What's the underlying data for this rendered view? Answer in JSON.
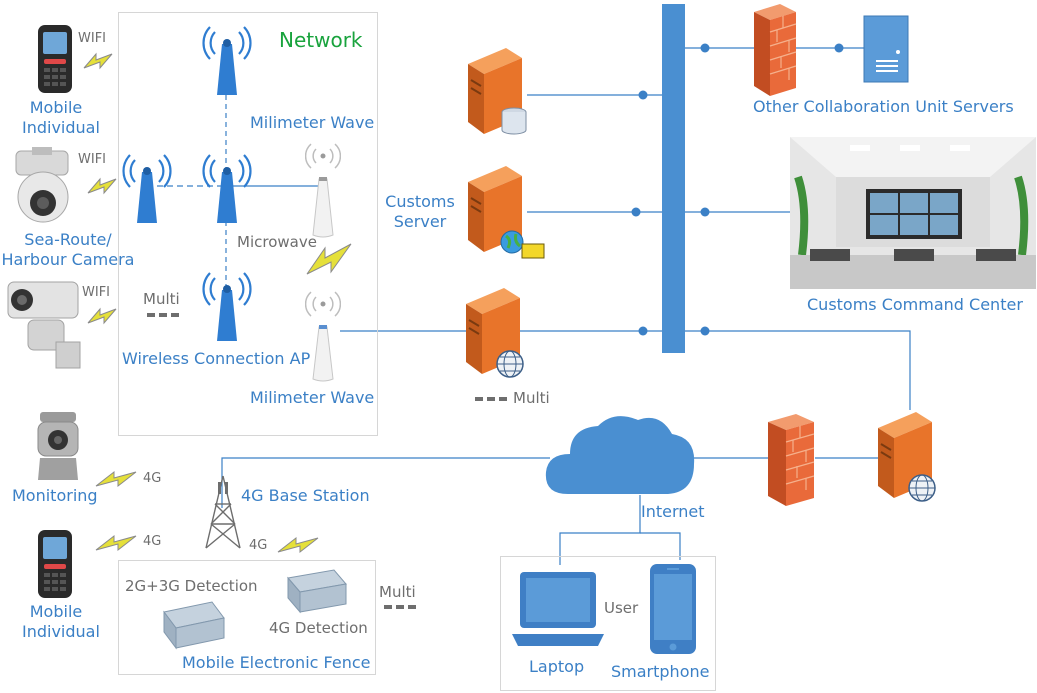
{
  "title": "Network",
  "mobile_individual_1": {
    "line1": "Mobile",
    "line2": "Individual",
    "link": "WIFI"
  },
  "sea_camera": {
    "line1": "Sea-Route/",
    "line2": "Harbour Camera",
    "link": "WIFI"
  },
  "cam3": {
    "link": "WIFI"
  },
  "monitoring": {
    "label": "Monitoring",
    "link": "4G"
  },
  "mobile_individual_2": {
    "line1": "Mobile",
    "line2": "Individual",
    "link": "4G"
  },
  "network_labels": {
    "mmwave_top": "Milimeter Wave",
    "microwave": "Microwave",
    "multi": "Multi",
    "wireless_ap": "Wireless Connection AP",
    "mmwave_bottom": "Milimeter Wave"
  },
  "customs_server": {
    "line1": "Customs",
    "line2": "Server"
  },
  "server_multi": "Multi",
  "collab": "Other Collaboration Unit Servers",
  "command_center": "Customs Command Center",
  "base_station": {
    "label": "4G Base Station",
    "link": "4G"
  },
  "fence": {
    "detect23": "2G+3G Detection",
    "detect4": "4G Detection",
    "label": "Mobile Electronic Fence",
    "multi": "Multi"
  },
  "internet": "Internet",
  "user": {
    "label": "User",
    "laptop": "Laptop",
    "phone": "Smartphone"
  },
  "colors": {
    "line": "#3b80c6",
    "bus": "#4a8fd1",
    "server": "#e8742a",
    "firewall": "#e96a3a",
    "antenna": "#2f7dd1",
    "box": "#d6d6d6"
  }
}
